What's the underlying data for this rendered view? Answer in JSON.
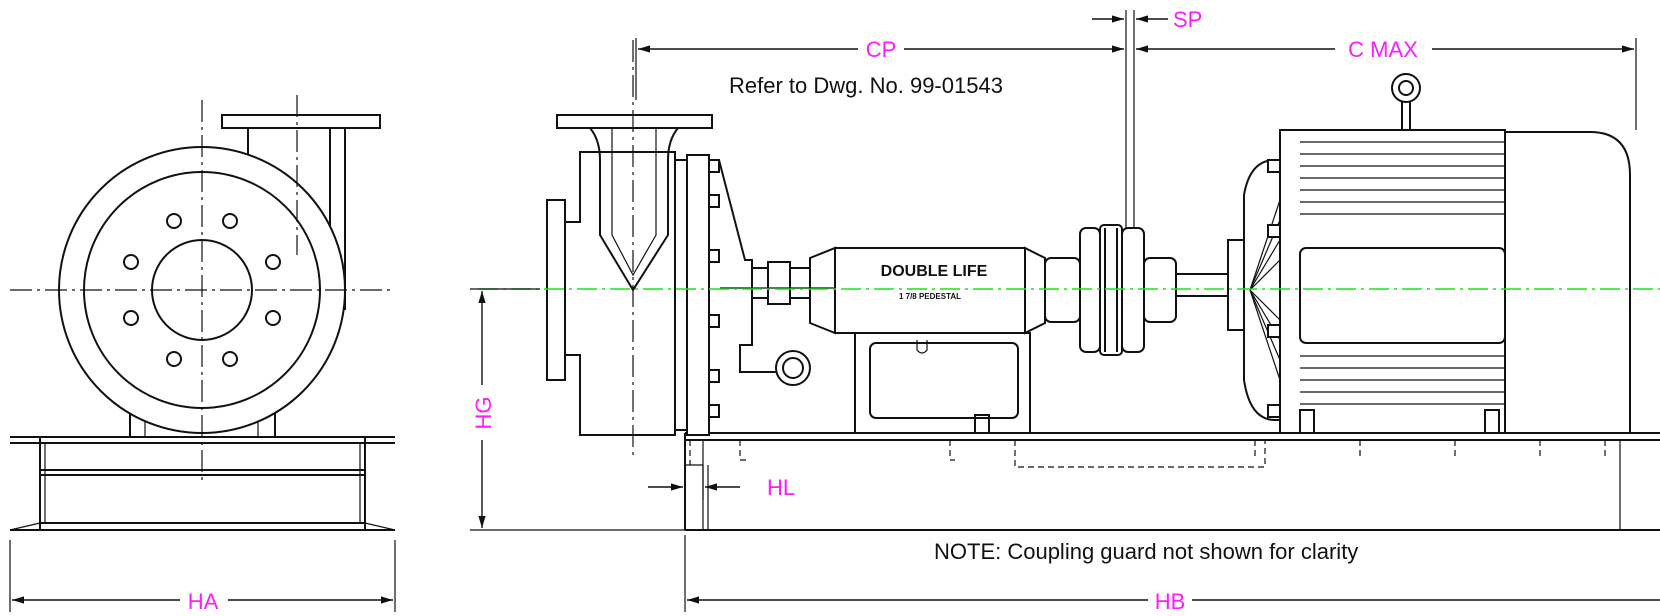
{
  "dimensions": {
    "ha": "HA",
    "hb": "HB",
    "hg": "HG",
    "hl": "HL",
    "cp": "CP",
    "sp": "SP",
    "c_max": "C MAX"
  },
  "notes": {
    "reference": "Refer to Dwg. No. 99-01543",
    "coupling": "NOTE:  Coupling guard not shown for clarity"
  },
  "pedestal": {
    "name": "DOUBLE LIFE",
    "size": "1 7/8 PEDESTAL"
  },
  "colors": {
    "dimension_label": "#ff1aff",
    "shaft_centerline": "#19e619",
    "linework": "#111111"
  }
}
